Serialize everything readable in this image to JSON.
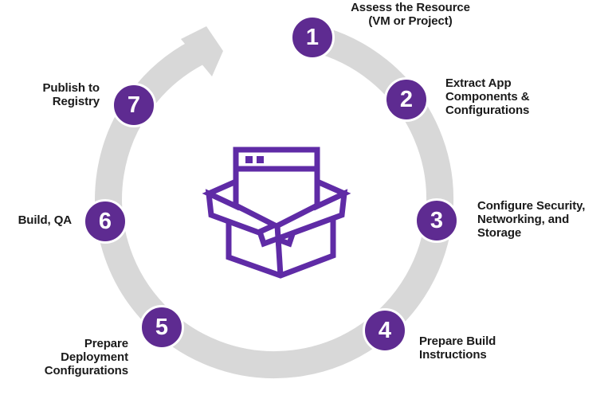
{
  "diagram": {
    "type": "circular-process",
    "flow_direction": "clockwise",
    "center_icon": "application-in-open-box",
    "colors": {
      "step_circle": "#5e2b91",
      "center_icon": "#5f2ba6",
      "ring": "#d8d8d8",
      "label_text": "#1a1a1a",
      "step_number_text": "#ffffff"
    }
  },
  "steps": [
    {
      "number": "1",
      "label": "Assess the Resource (VM or Project)",
      "lines": [
        "Assess the Resource",
        "(VM or Project)"
      ]
    },
    {
      "number": "2",
      "label": "Extract App Components & Configurations",
      "lines": [
        "Extract App",
        "Components &",
        "Configurations"
      ]
    },
    {
      "number": "3",
      "label": "Configure Security, Networking, and Storage",
      "lines": [
        "Configure Security,",
        "Networking, and",
        "Storage"
      ]
    },
    {
      "number": "4",
      "label": "Prepare Build Instructions",
      "lines": [
        "Prepare Build",
        "Instructions"
      ]
    },
    {
      "number": "5",
      "label": "Prepare Deployment Configurations",
      "lines": [
        "Prepare",
        "Deployment",
        "Configurations"
      ]
    },
    {
      "number": "6",
      "label": "Build, QA",
      "lines": [
        "Build, QA"
      ]
    },
    {
      "number": "7",
      "label": "Publish to Registry",
      "lines": [
        "Publish to",
        "Registry"
      ]
    }
  ]
}
